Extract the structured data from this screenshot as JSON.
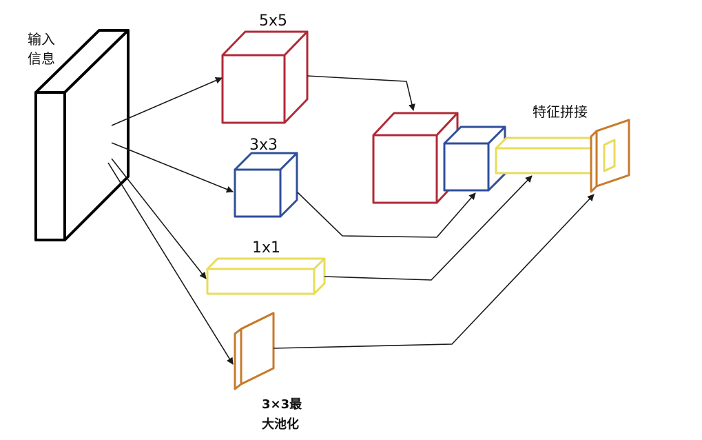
{
  "labels": {
    "input_line1": "输入",
    "input_line2": "信息",
    "conv5": "5x5",
    "conv3": "3x3",
    "conv1": "1x1",
    "pool_line1": "3×3最",
    "pool_line2": "大池化",
    "concat": "特征拼接"
  },
  "colors": {
    "input": "#000000",
    "conv5": "#b02a37",
    "conv3": "#2f4f9a",
    "conv1": "#e8dc5a",
    "pool": "#c77a2a",
    "arrow": "#1a1a1a"
  }
}
